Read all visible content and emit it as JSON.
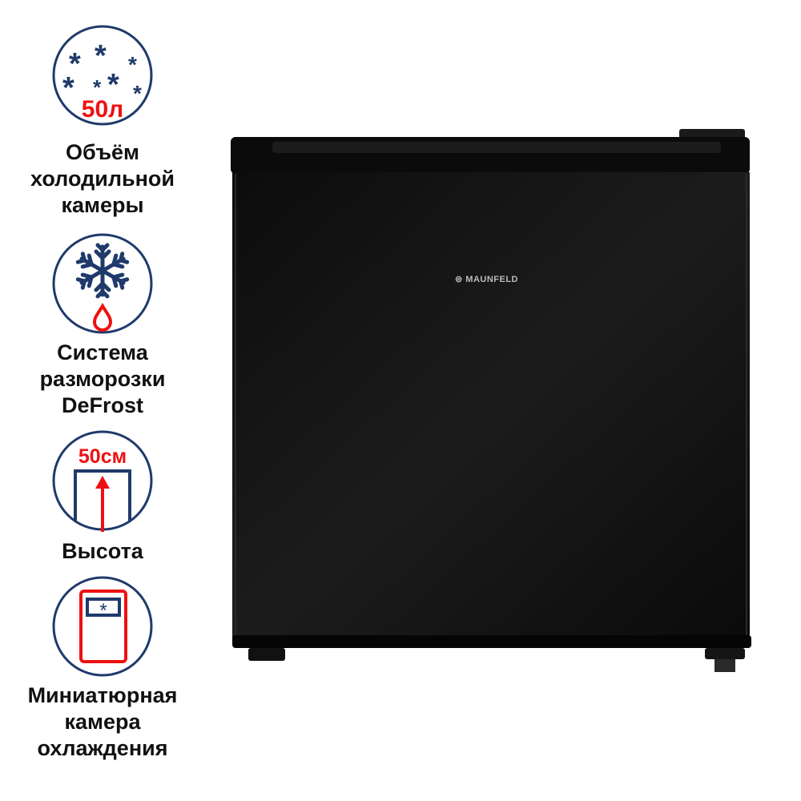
{
  "features": [
    {
      "badge": "50л",
      "label_lines": [
        "Объём",
        "холодильной",
        "камеры"
      ],
      "icon": "snowflakes-volume-icon"
    },
    {
      "badge": "",
      "label_lines": [
        "Система",
        "разморозки",
        "DeFrost"
      ],
      "icon": "snowflake-drop-icon"
    },
    {
      "badge": "50см",
      "label_lines": [
        "Высота"
      ],
      "icon": "height-arrow-icon"
    },
    {
      "badge": "",
      "label_lines": [
        "Миниатюрная",
        "камера",
        "охлаждения"
      ],
      "icon": "mini-fridge-icon"
    }
  ],
  "product": {
    "brand": "MAUNFELD"
  },
  "colors": {
    "navy": "#1f3a6b",
    "red": "#ee1111",
    "body": "#141414"
  }
}
